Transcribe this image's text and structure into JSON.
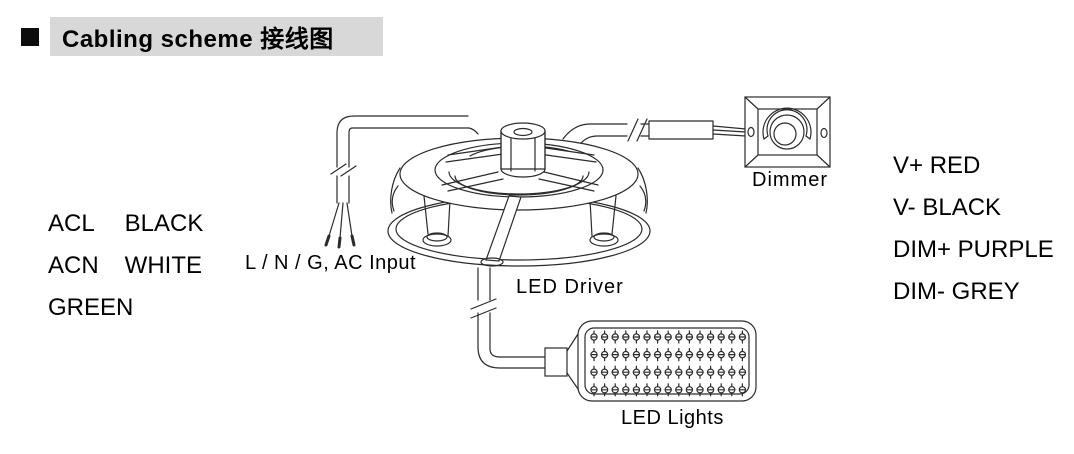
{
  "header": {
    "title": "Cabling scheme 接线图"
  },
  "colors": {
    "highlight": "#d8d8d8",
    "line": "#2b2b2b",
    "text": "#000000"
  },
  "ac_wire_legend": {
    "rows": [
      {
        "terminal": "ACL",
        "wire": "BLACK"
      },
      {
        "terminal": "ACN",
        "wire": "WHITE"
      },
      {
        "terminal": "GREEN",
        "wire": ""
      }
    ]
  },
  "output_wire_legend": {
    "rows": [
      "V+ RED",
      "V- BLACK",
      "DIM+ PURPLE",
      "DIM- GREY"
    ]
  },
  "diagram": {
    "ac_input_label": "L / N / G, AC Input",
    "led_driver_label": "LED Driver",
    "dimmer_label": "Dimmer",
    "led_lights_label": "LED Lights",
    "led_grid": {
      "rows": 4,
      "columns": 15
    }
  }
}
